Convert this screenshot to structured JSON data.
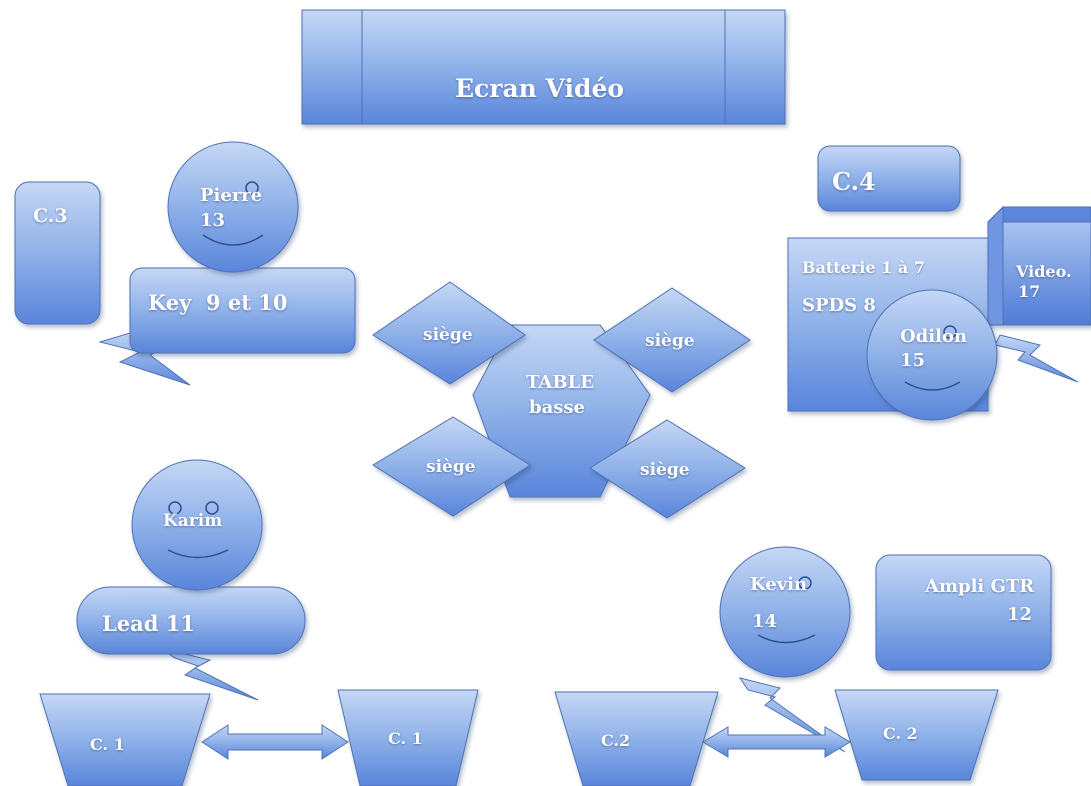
{
  "screen": {
    "title": "Ecran Vidéo"
  },
  "chairs": {
    "c3": "C.3",
    "c4": "C.4",
    "c1_left": "C. 1",
    "c1_right": "C. 1",
    "c2_left": "C.2",
    "c2_right": "C. 2"
  },
  "musicians": {
    "pierre": {
      "name": "Pierre",
      "number": "13",
      "instrument": "Key  9 et 10"
    },
    "odilon": {
      "name": "Odilon",
      "number": "15"
    },
    "karim": {
      "name": "Karim",
      "instrument": "Lead 11"
    },
    "kevin": {
      "name": "Kevin",
      "number": "14"
    }
  },
  "drums": {
    "line1": "Batterie 1 à 7",
    "line2": "SPDS 8"
  },
  "video": {
    "line1": "Video.",
    "line2": "17"
  },
  "amp": {
    "line1": "Ampli GTR",
    "line2": "12"
  },
  "center": {
    "table_line1": "TABLE",
    "table_line2": "basse",
    "seat_tl": "siège",
    "seat_tr": "siège",
    "seat_bl": "siège",
    "seat_br": "siège"
  },
  "colors": {
    "fill_light": "#bfd3f3",
    "fill_mid": "#8eb0e8",
    "fill_dark": "#5b86dc",
    "stroke": "#4f72b3",
    "text": "#ffffff"
  }
}
